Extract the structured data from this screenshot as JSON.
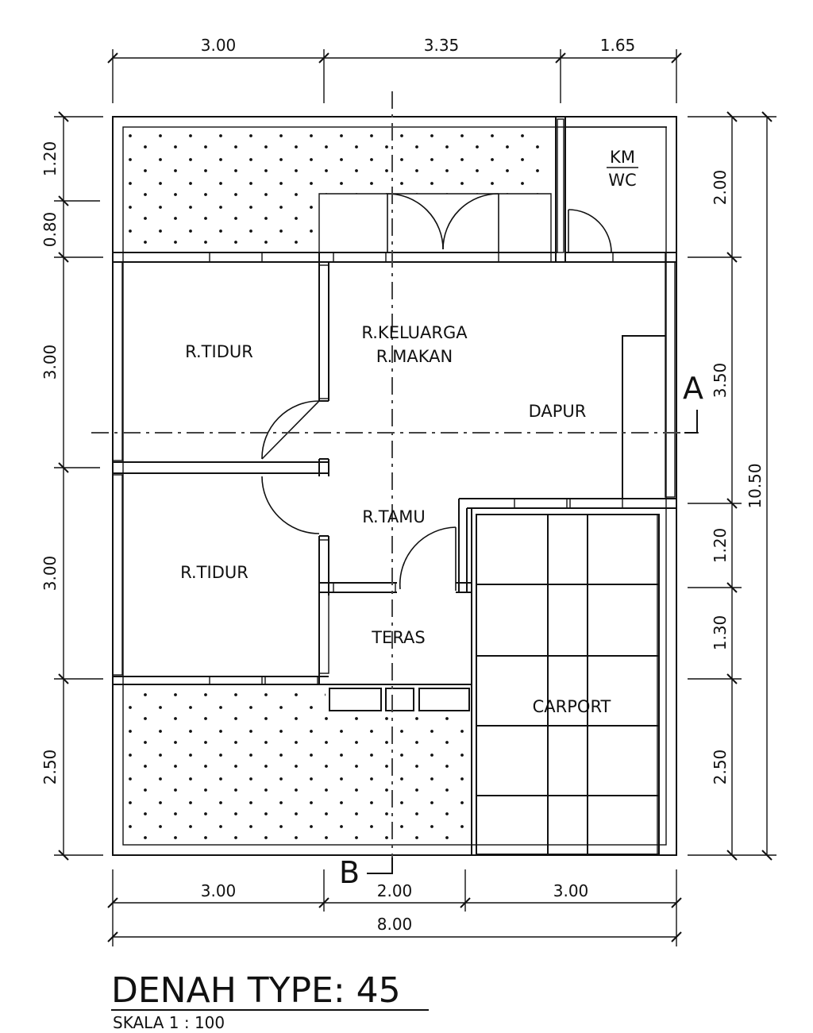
{
  "title": "DENAH TYPE: 45",
  "scale": "SKALA 1 : 100",
  "rooms": {
    "kmwc_top": "KM",
    "kmwc_bottom": "WC",
    "tidur_1": "R.TIDUR",
    "keluarga": "R.KELUARGA",
    "makan": "R.MAKAN",
    "dapur": "DAPUR",
    "tamu": "R.TAMU",
    "tidur_2": "R.TIDUR",
    "teras": "TERAS",
    "carport": "CARPORT"
  },
  "sections": {
    "a": "A",
    "b": "B"
  },
  "dimensions": {
    "top": [
      "3.00",
      "3.35",
      "1.65"
    ],
    "bottom": [
      "3.00",
      "2.00",
      "3.00"
    ],
    "bottom_total": "8.00",
    "left": [
      "1.20",
      "0.80",
      "3.00",
      "3.00",
      "2.50"
    ],
    "right": [
      "2.00",
      "3.50",
      "1.20",
      "1.30",
      "2.50"
    ],
    "right_total": "10.50"
  }
}
